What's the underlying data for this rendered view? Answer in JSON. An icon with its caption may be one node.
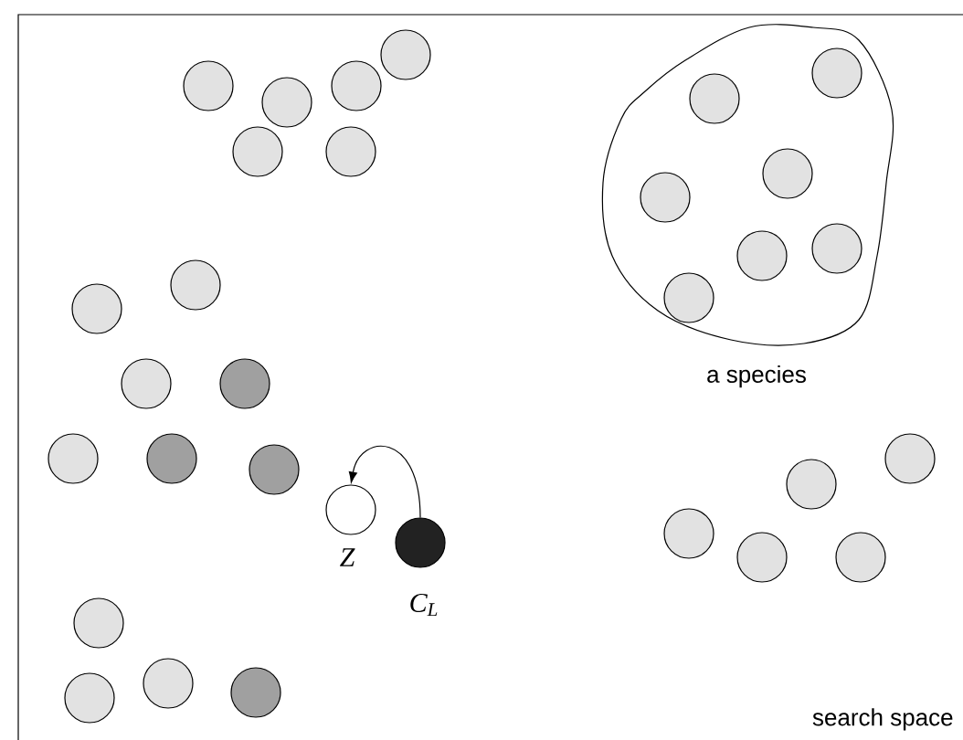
{
  "diagram": {
    "nodes": [
      {
        "text": [
          "search space"
        ]
      },
      {
        "text": [],
        "shape": "cloud",
        "beside": [
          "a species"
        ],
        "in": 0
      },
      {
        "text": [],
        "shape": "circle",
        "beside": [
          "Z"
        ],
        "in": 0
      },
      {
        "text": [],
        "shape": "circle",
        "beside": [
          "C$_{L}$"
        ],
        "in": 0
      }
    ],
    "edges": [
      {
        "from": 3,
        "to": 2,
        "arrow": "to"
      }
    ]
  }
}
